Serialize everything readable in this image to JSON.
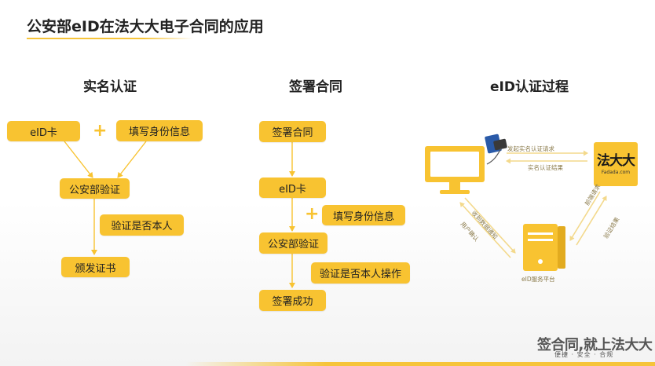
{
  "title": "公安部eID在法大大电子合同的应用",
  "sections": {
    "realname": {
      "heading": "实名认证",
      "eid_card": "eID卡",
      "fill_info": "填写身份信息",
      "ps_verify": "公安部验证",
      "verify_person": "验证是否本人",
      "issue_cert": "颁发证书"
    },
    "sign": {
      "heading": "签署合同",
      "sign_contract": "签署合同",
      "eid_card": "eID卡",
      "fill_info": "填写身份信息",
      "ps_verify": "公安部验证",
      "verify_op": "验证是否本人操作",
      "sign_success": "签署成功"
    },
    "eid_process": {
      "heading": "eID认证过程",
      "logo_main": "法大大",
      "logo_sub": "Fadada.com",
      "req_label": "发起实名认证请求",
      "result_label": "实名认证结果",
      "notify_label": "收到数据通知",
      "confirm_label": "用户确认",
      "forward_label": "前端请求",
      "verify_result_label": "验证结果",
      "server_label": "eID服务平台"
    }
  },
  "footer": {
    "brand": "签合同,就上法大大",
    "tagline": "便捷 · 安全 · 合规"
  },
  "colors": {
    "accent": "#f8c331",
    "text": "#222222"
  }
}
